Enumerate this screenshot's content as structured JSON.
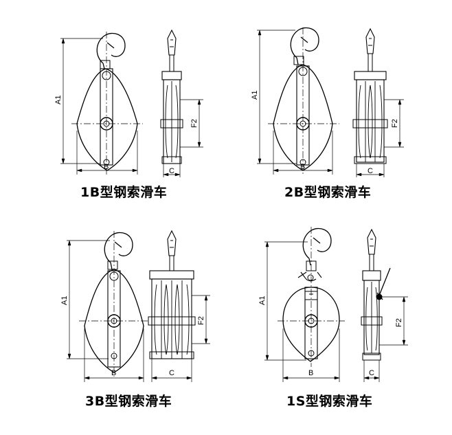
{
  "panels": [
    {
      "id": "1B",
      "caption": "1B型钢索滑车",
      "dim_labels": {
        "a1": "A1",
        "b": "B",
        "c": "C",
        "f2": "F2"
      },
      "sheaves": 1
    },
    {
      "id": "2B",
      "caption": "2B型钢索滑车",
      "dim_labels": {
        "a1": "A1",
        "b": "B",
        "c": "C",
        "f2": "F2"
      },
      "sheaves": 2
    },
    {
      "id": "3B",
      "caption": "3B型钢索滑车",
      "dim_labels": {
        "a1": "A1",
        "b": "B",
        "c": "C",
        "f2": "F2"
      },
      "sheaves": 3
    },
    {
      "id": "1S",
      "caption": "1S型钢索滑车",
      "dim_labels": {
        "a1": "A1",
        "b": "B",
        "c": "C",
        "f2": "F2"
      },
      "sheaves": 1
    }
  ],
  "colors": {
    "line": "#000000",
    "background": "#ffffff"
  }
}
